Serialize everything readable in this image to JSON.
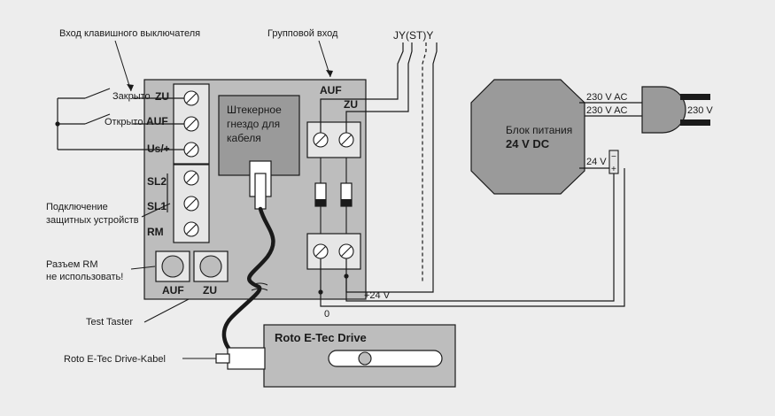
{
  "labels": {
    "switch_input": "Вход клавишного выключателя",
    "group_input": "Групповой вход",
    "jy_st_y": "JY(ST)Y",
    "closed": "Закрыто",
    "opened": "Открыто",
    "zu": "ZU",
    "auf": "AUF",
    "us": "Us/+",
    "sl2": "SL2",
    "sl1": "SL1",
    "rm": "RM",
    "socket_line1": "Штекерное",
    "socket_line2": "гнездо для",
    "socket_line3": "кабеля",
    "protection_line1": "Подключение",
    "protection_line2": "защитных устройств",
    "rm_line1": "Разъем  RM",
    "rm_line2": "не использовать!",
    "test_taster": "Test Taster",
    "btn_auf": "AUF",
    "btn_zu": "ZU",
    "terminal_auf": "AUF",
    "terminal_zu": "ZU",
    "plus24": "+24 V",
    "zero": "0",
    "cable": "Roto E-Tec Drive-Kabel",
    "drive_title": "Roto E-Tec Drive",
    "psu_line1": "Блок питания",
    "psu_line2": "24 V DC",
    "ac1": "230 V AC",
    "ac2": "230 V AC",
    "v24": "24 V",
    "plug_230": "230 V",
    "minus": "−",
    "plus": "+"
  },
  "colors": {
    "background": "#ededed",
    "panel": "#bdbdbd",
    "dark_box": "#9a9a9a",
    "terminal": "#e6e6e6",
    "line": "#1a1a1a"
  }
}
